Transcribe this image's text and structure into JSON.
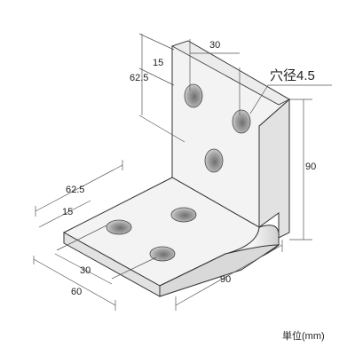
{
  "labels": {
    "hole_diameter": "穴径4.5",
    "unit": "単位(mm)",
    "dim_top_width": "30",
    "dim_top_first": "15",
    "dim_top_second": "62.5",
    "dim_height": "90",
    "dim_base_second": "62.5",
    "dim_base_first": "15",
    "dim_base_hole_spacing": "30",
    "dim_base_width": "60",
    "dim_depth": "90"
  },
  "colors": {
    "face_front": "#f2f2f2",
    "face_top": "#e9e9e9",
    "edge": "#333333",
    "dim_line": "#555555",
    "hole_dark": "#7a7a7a",
    "hole_mid": "#bdbdbd"
  }
}
